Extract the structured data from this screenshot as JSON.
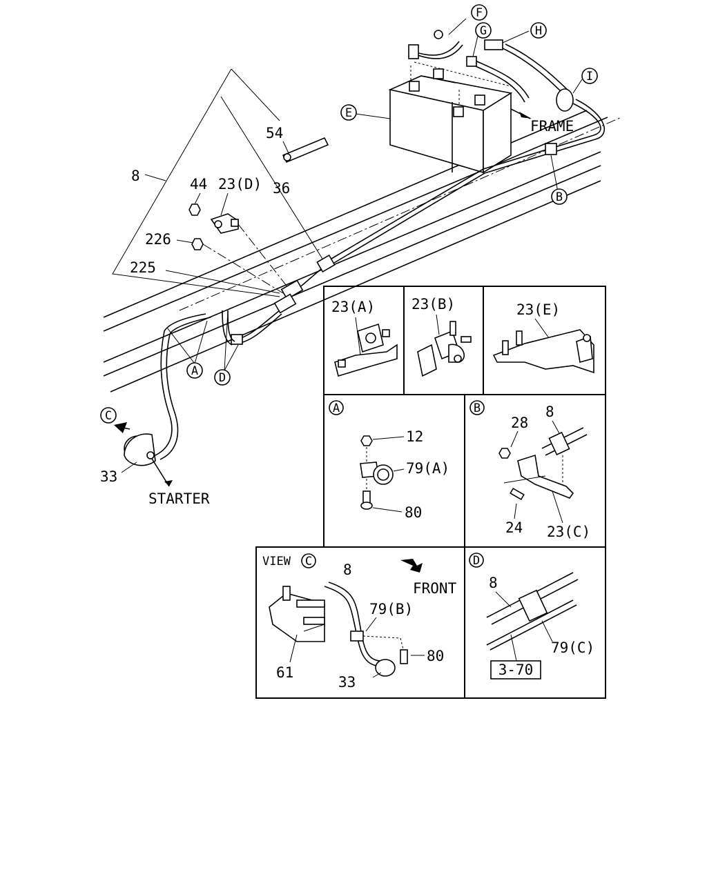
{
  "main": {
    "callouts": {
      "F": "F",
      "G": "G",
      "H": "H",
      "I": "I",
      "E": "E",
      "B": "B",
      "A": "A",
      "D": "D",
      "C": "C"
    },
    "parts": {
      "p54": "54",
      "p8": "8",
      "p44": "44",
      "p23d": "23(D)",
      "p36": "36",
      "p226": "226",
      "p225": "225",
      "p33": "33"
    },
    "text": {
      "frame": "FRAME",
      "starter": "STARTER"
    }
  },
  "panels": {
    "panel_23a": {
      "label": "23(A)"
    },
    "panel_23b": {
      "label": "23(B)"
    },
    "panel_23e": {
      "label": "23(E)"
    },
    "detail_a": {
      "callout": "A",
      "p12": "12",
      "p79a": "79(A)",
      "p80": "80"
    },
    "detail_b": {
      "callout": "B",
      "p28": "28",
      "p8": "8",
      "p24": "24",
      "p23c": "23(C)"
    },
    "view_c": {
      "title": "VIEW",
      "callout": "C",
      "p8": "8",
      "front": "FRONT",
      "p79b": "79(B)",
      "p80": "80",
      "p61": "61",
      "p33": "33"
    },
    "detail_d": {
      "callout": "D",
      "p8": "8",
      "p79c": "79(C)",
      "ref": "3-70"
    }
  }
}
